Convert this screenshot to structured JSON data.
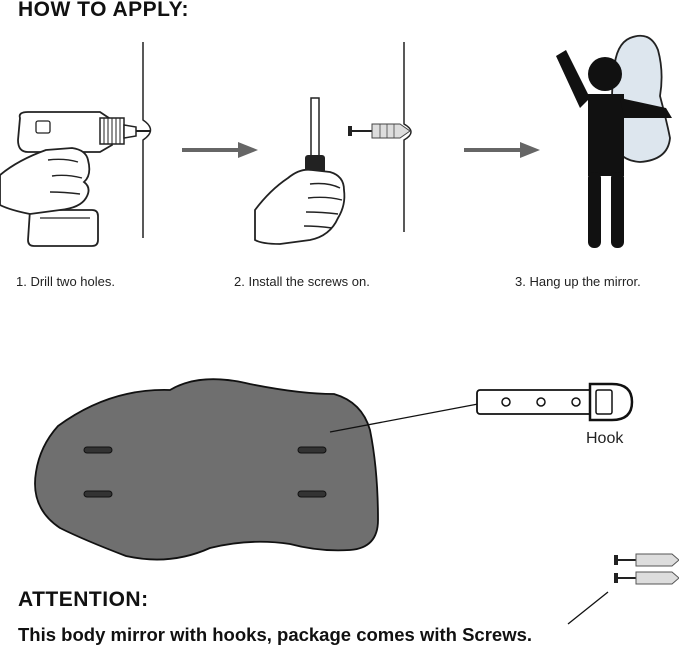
{
  "header": {
    "title": "HOW TO APPLY:"
  },
  "steps": [
    {
      "label": "1. Drill two holes."
    },
    {
      "label": "2. Install the screws on."
    },
    {
      "label": "3. Hang up the mirror."
    }
  ],
  "diagram": {
    "hook_label": "Hook"
  },
  "attention": {
    "title": "ATTENTION:",
    "text": "This body mirror with hooks, package comes with Screws."
  },
  "colors": {
    "mirror_back": "#6f6f6f",
    "arrow": "#666666",
    "figure": "#111111",
    "mirror_glass": "#dde6ee"
  }
}
